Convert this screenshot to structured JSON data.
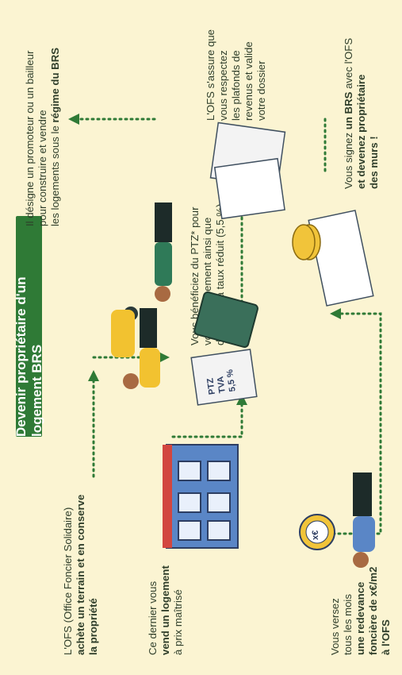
{
  "title": "Devenir propriétaire d'un logement BRS",
  "steps": {
    "ofs": {
      "t1": "L'OFS (Office Foncier Solidaire)",
      "t2": "achète un terrain et en conserve",
      "t3": "la propriété"
    },
    "promoteur": {
      "t1": "Il désigne un promoteur ou un bailleur",
      "t2": "pour construire et vendre",
      "t3": "les logements sous le ",
      "t3b": "régime du BRS"
    },
    "vente": {
      "t1": "Ce dernier vous",
      "t2": "vend un logement",
      "t3": "à prix maîtrisé"
    },
    "ptz": {
      "t1": "Vous bénéficiez du PTZ* pour",
      "t2": "votre financement ainsi que",
      "t3": "de la TVA à taux réduit (5,5 %)"
    },
    "plafonds": {
      "t1": "L'OFS s'assure que",
      "t2": "vous respectez",
      "t3": "les plafonds de",
      "t4": "revenus et valide",
      "t5": "votre dossier"
    },
    "redevance": {
      "t1": "Vous versez",
      "t2": "tous les mois",
      "t3": "une redevance",
      "t4": "foncière de x€/m2",
      "t5": "à l'OFS"
    },
    "signature": {
      "t1a": "Vous signez ",
      "t1b": "un BRS",
      "t1c": " avec l'OFS",
      "t2": "et devenez propriétaire",
      "t3": "des murs !"
    }
  },
  "doc_labels": {
    "l1": "PTZ",
    "l2": "TVA",
    "l3": "5,5 %"
  },
  "coin_label": "x€",
  "colors": {
    "background": "#fbf4d2",
    "green": "#2f7a36",
    "text": "#2f3e2a",
    "building": "#5a86c6",
    "roof": "#d2463f",
    "coin": "#f1c43a"
  }
}
